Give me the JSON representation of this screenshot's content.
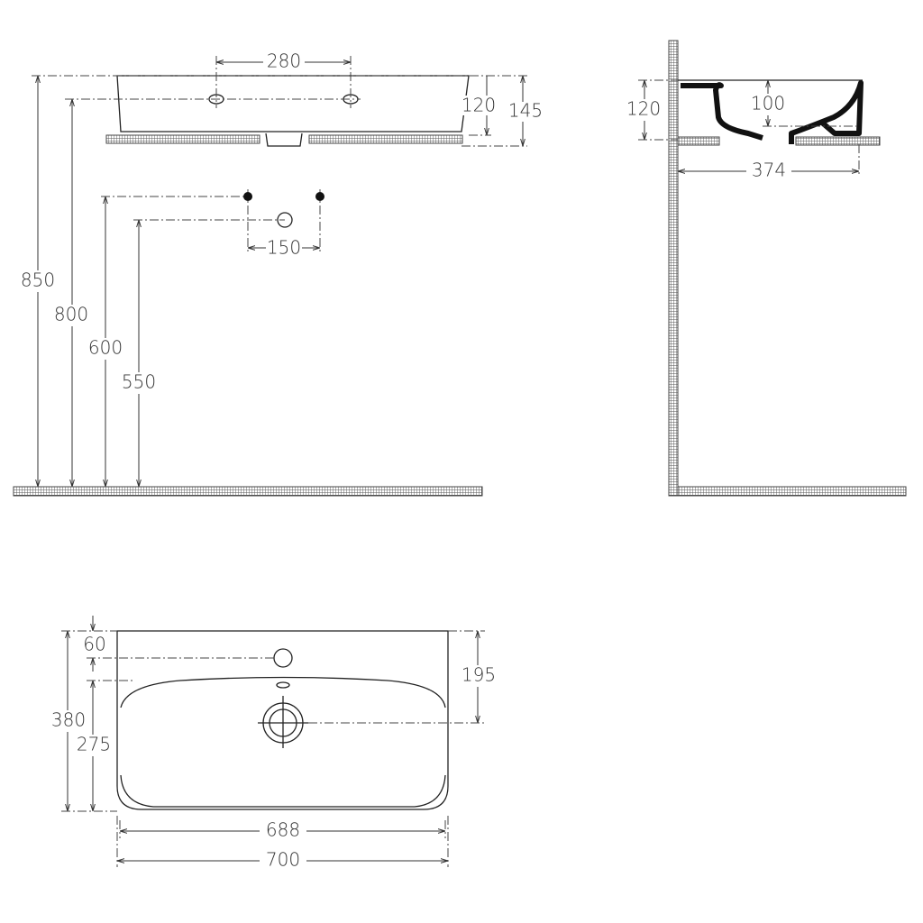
{
  "front_view": {
    "tap_spacing": "280",
    "hole_height": "120",
    "basin_height": "145",
    "total_height": "850",
    "rim_height": "800",
    "supply_height": "600",
    "waste_height": "550",
    "supply_spacing": "150"
  },
  "side_view": {
    "basin_height": "120",
    "bowl_depth": "100",
    "depth": "374"
  },
  "top_view": {
    "hole_offset": "60",
    "overall_depth": "380",
    "bowl_depth": "275",
    "drain_offset": "195",
    "inner_width": "688",
    "overall_width": "700"
  },
  "colors": {
    "line": "#222222",
    "background": "#ffffff"
  }
}
